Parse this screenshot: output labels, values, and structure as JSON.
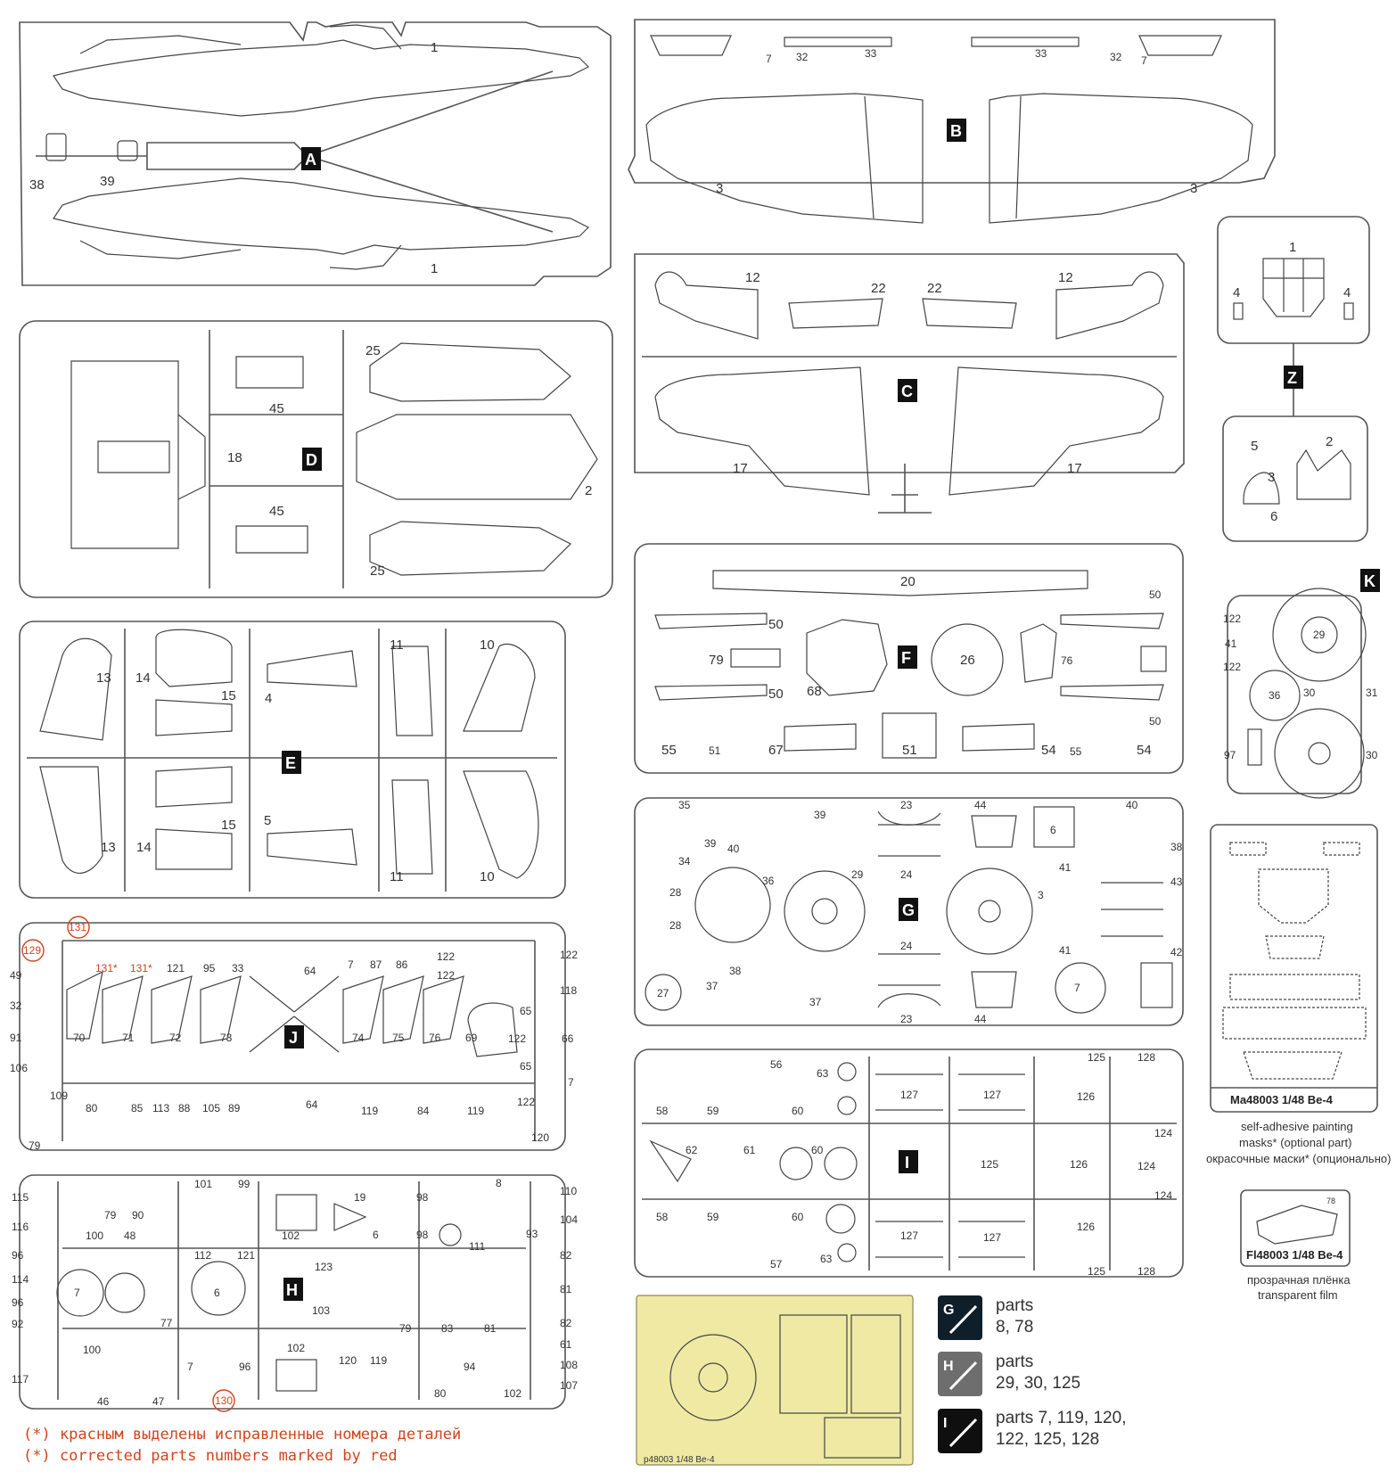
{
  "sprues": {
    "A": {
      "label": "A",
      "parts": [
        "1",
        "1",
        "38",
        "39"
      ]
    },
    "B": {
      "label": "B",
      "parts": [
        "7",
        "32",
        "33",
        "33",
        "32",
        "7",
        "3",
        "3"
      ]
    },
    "C": {
      "label": "C",
      "parts": [
        "12",
        "22",
        "22",
        "12",
        "17",
        "17"
      ]
    },
    "Z": {
      "label": "Z",
      "parts": [
        "1",
        "4",
        "4",
        "5",
        "2",
        "3",
        "6"
      ]
    },
    "D": {
      "label": "D",
      "parts": [
        "25",
        "45",
        "18",
        "2",
        "45",
        "25"
      ]
    },
    "E": {
      "label": "E",
      "parts": [
        "13",
        "14",
        "15",
        "4",
        "11",
        "10",
        "13",
        "14",
        "15",
        "5",
        "11",
        "10"
      ]
    },
    "F": {
      "label": "F",
      "parts": [
        "20",
        "50",
        "50",
        "79",
        "68",
        "26",
        "76",
        "50",
        "50",
        "54",
        "55",
        "51",
        "67",
        "51",
        "54",
        "55"
      ]
    },
    "K": {
      "label": "K",
      "parts": [
        "122",
        "41",
        "122",
        "29",
        "36",
        "30",
        "31",
        "97",
        "30"
      ]
    },
    "G": {
      "label": "G",
      "parts": [
        "35",
        "39",
        "40",
        "34",
        "28",
        "28",
        "36",
        "29",
        "39",
        "23",
        "24",
        "24",
        "44",
        "6",
        "40",
        "38",
        "3",
        "41",
        "43",
        "41",
        "42",
        "27",
        "38",
        "37",
        "37",
        "23",
        "44",
        "7"
      ]
    },
    "J": {
      "label": "J",
      "parts": [
        "129",
        "131",
        "131*",
        "131*",
        "121",
        "95",
        "33",
        "64",
        "7",
        "87",
        "86",
        "122",
        "122",
        "122",
        "49",
        "118",
        "32",
        "65",
        "91",
        "70",
        "71",
        "72",
        "73",
        "74",
        "75",
        "76",
        "69",
        "122",
        "66",
        "106",
        "65",
        "7",
        "109",
        "80",
        "85",
        "113",
        "88",
        "105",
        "89",
        "64",
        "119",
        "84",
        "119",
        "122",
        "79",
        "120"
      ]
    },
    "I": {
      "label": "I",
      "parts": [
        "56",
        "63",
        "125",
        "128",
        "58",
        "59",
        "60",
        "127",
        "127",
        "126",
        "62",
        "61",
        "60",
        "125",
        "126",
        "124",
        "124",
        "124",
        "58",
        "59",
        "60",
        "127",
        "127",
        "126",
        "57",
        "63",
        "125",
        "128"
      ]
    },
    "H": {
      "label": "H",
      "parts": [
        "101",
        "99",
        "8",
        "115",
        "79",
        "90",
        "19",
        "98",
        "110",
        "116",
        "100",
        "48",
        "102",
        "6",
        "98",
        "104",
        "93",
        "111",
        "96",
        "112",
        "121",
        "123",
        "82",
        "114",
        "7",
        "6",
        "81",
        "96",
        "103",
        "92",
        "77",
        "79",
        "83",
        "81",
        "82",
        "100",
        "102",
        "117",
        "7",
        "96",
        "120",
        "119",
        "94",
        "61",
        "108",
        "46",
        "47",
        "130",
        "80",
        "102",
        "107"
      ]
    }
  },
  "masks": {
    "code": "Ma48003 1/48 Be-4",
    "caption_en": "self-adhesive painting masks* (optional part)",
    "caption_line1": "self-adhesive painting",
    "caption_line2": "masks* (optional part)",
    "caption_line3": "окрасочные маски* (опционально)"
  },
  "film": {
    "code": "Fl48003 1/48 Be-4",
    "small_num": "78",
    "caption_line1": "прозрачная плёнка",
    "caption_line2": "transparent film"
  },
  "photo_etch": {
    "code": "p48003 1/48 Be-4"
  },
  "legend": [
    {
      "letter": "G",
      "line1": "parts",
      "line2": "8, 78",
      "line3": ""
    },
    {
      "letter": "H",
      "line1": "parts",
      "line2": "29, 30, 125",
      "line3": ""
    },
    {
      "letter": "I",
      "line1": "parts 7, 119, 120,",
      "line2": "122, 125, 128",
      "line3": ""
    }
  ],
  "notes": {
    "ru": "(*) красным выделены исправленные номера деталей",
    "en": "(*) corrected parts numbers marked by red"
  },
  "colors": {
    "accent_red": "#d2441c",
    "pe_brass": "#efe9a4",
    "ink": "#222222"
  }
}
